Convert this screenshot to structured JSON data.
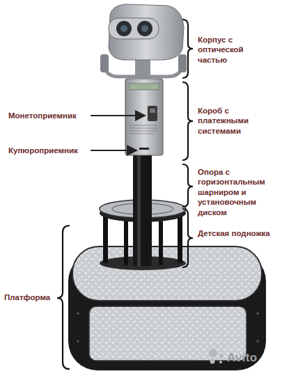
{
  "diagram": {
    "labels": [
      "Корпус с оптической частью",
      "Монетоприемник",
      "Короб с платежными системами",
      "Купюроприемник",
      "Опора с горизонтальным шарниром и установочным диском",
      "Детская подножка",
      "Платформа",
      "Avito"
    ]
  }
}
